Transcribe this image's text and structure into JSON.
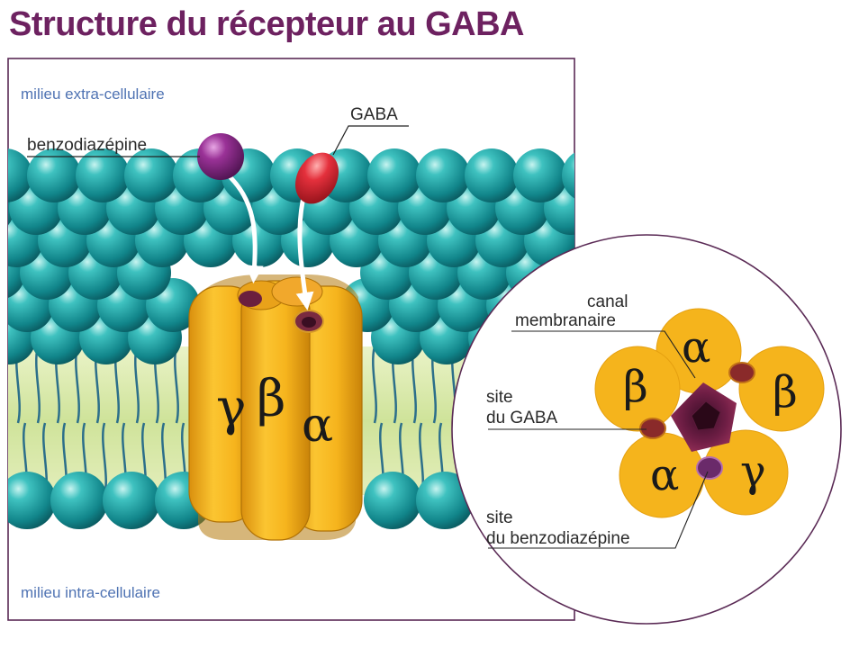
{
  "title": "Structure du récepteur au GABA",
  "labels": {
    "extracellular": "milieu extra-cellulaire",
    "intracellular": "milieu intra-cellulaire",
    "benzodiazepine": "benzodiazépine",
    "gaba": "GABA",
    "canal_line1": "canal",
    "canal_line2": "membranaire",
    "site_gaba_line1": "site",
    "site_gaba_line2": "du GABA",
    "site_benzo_line1": "site",
    "site_benzo_line2": "du benzodiazépine"
  },
  "receptor_side": {
    "gamma": "γ",
    "beta": "β",
    "alpha": "α"
  },
  "receptor_top": {
    "top": "α",
    "upper_left": "β",
    "upper_right": "β",
    "lower_left": "α",
    "lower_right": "γ"
  },
  "colors": {
    "title": "#6d2160",
    "frame": "#5a2a55",
    "lipid_head": "#1a9a9a",
    "membrane_core": "#d6e6a4",
    "subunit": "#f5b41c",
    "benzodiazepine": "#8a2a8a",
    "gaba": "#e0303a",
    "label_blue": "#4f73b3"
  }
}
